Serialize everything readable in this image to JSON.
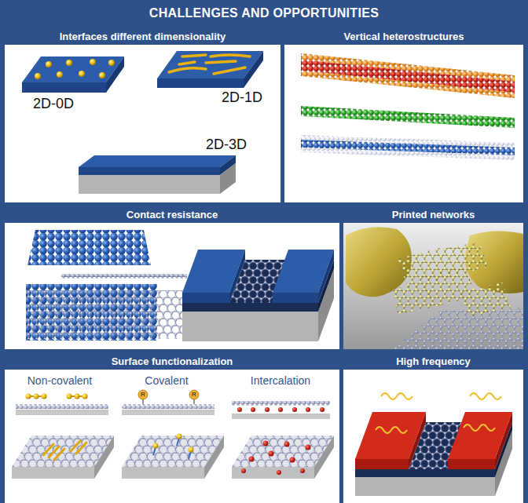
{
  "diagram": {
    "title": "CHALLENGES AND OPPORTUNITIES",
    "nodes": [
      {
        "text": [
          "Interfaces different dimensionality"
        ]
      },
      {
        "text": [
          "Vertical heterostructures"
        ]
      },
      {
        "text": [
          "Contact resistance"
        ]
      },
      {
        "text": [
          "Printed networks"
        ]
      },
      {
        "text": [
          "Surface functionalization"
        ]
      },
      {
        "text": [
          "High frequency"
        ]
      }
    ],
    "labels": [
      "2D-0D",
      "2D-1D",
      "2D-3D",
      "Non-covalent",
      "Covalent",
      "Intercalation",
      "R",
      "R"
    ]
  }
}
